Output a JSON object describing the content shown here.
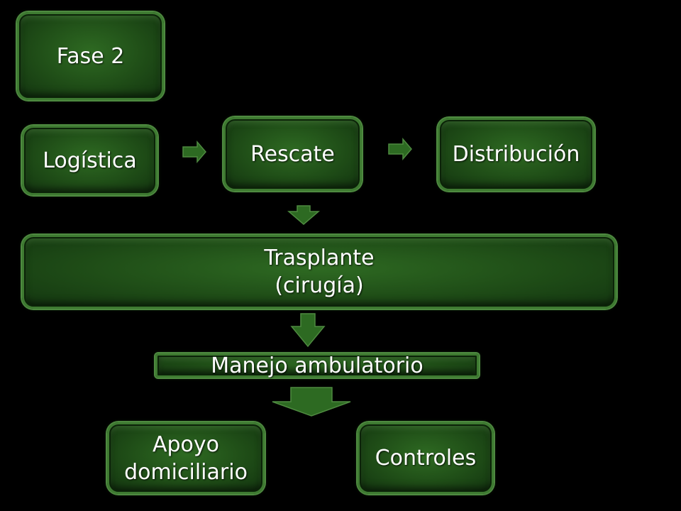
{
  "diagram": {
    "phase": "Fase 2",
    "logistica": "Logística",
    "rescate": "Rescate",
    "distribucion": "Distribución",
    "trasplante_line1": "Trasplante",
    "trasplante_line2": "(cirugía)",
    "manejo": "Manejo ambulatorio",
    "apoyo_line1": "Apoyo",
    "apoyo_line2": "domiciliario",
    "controles": "Controles"
  },
  "colors": {
    "background": "#000000",
    "box_fill": "#1f4d17",
    "box_border": "#3e7a31",
    "text": "#ffffff"
  }
}
